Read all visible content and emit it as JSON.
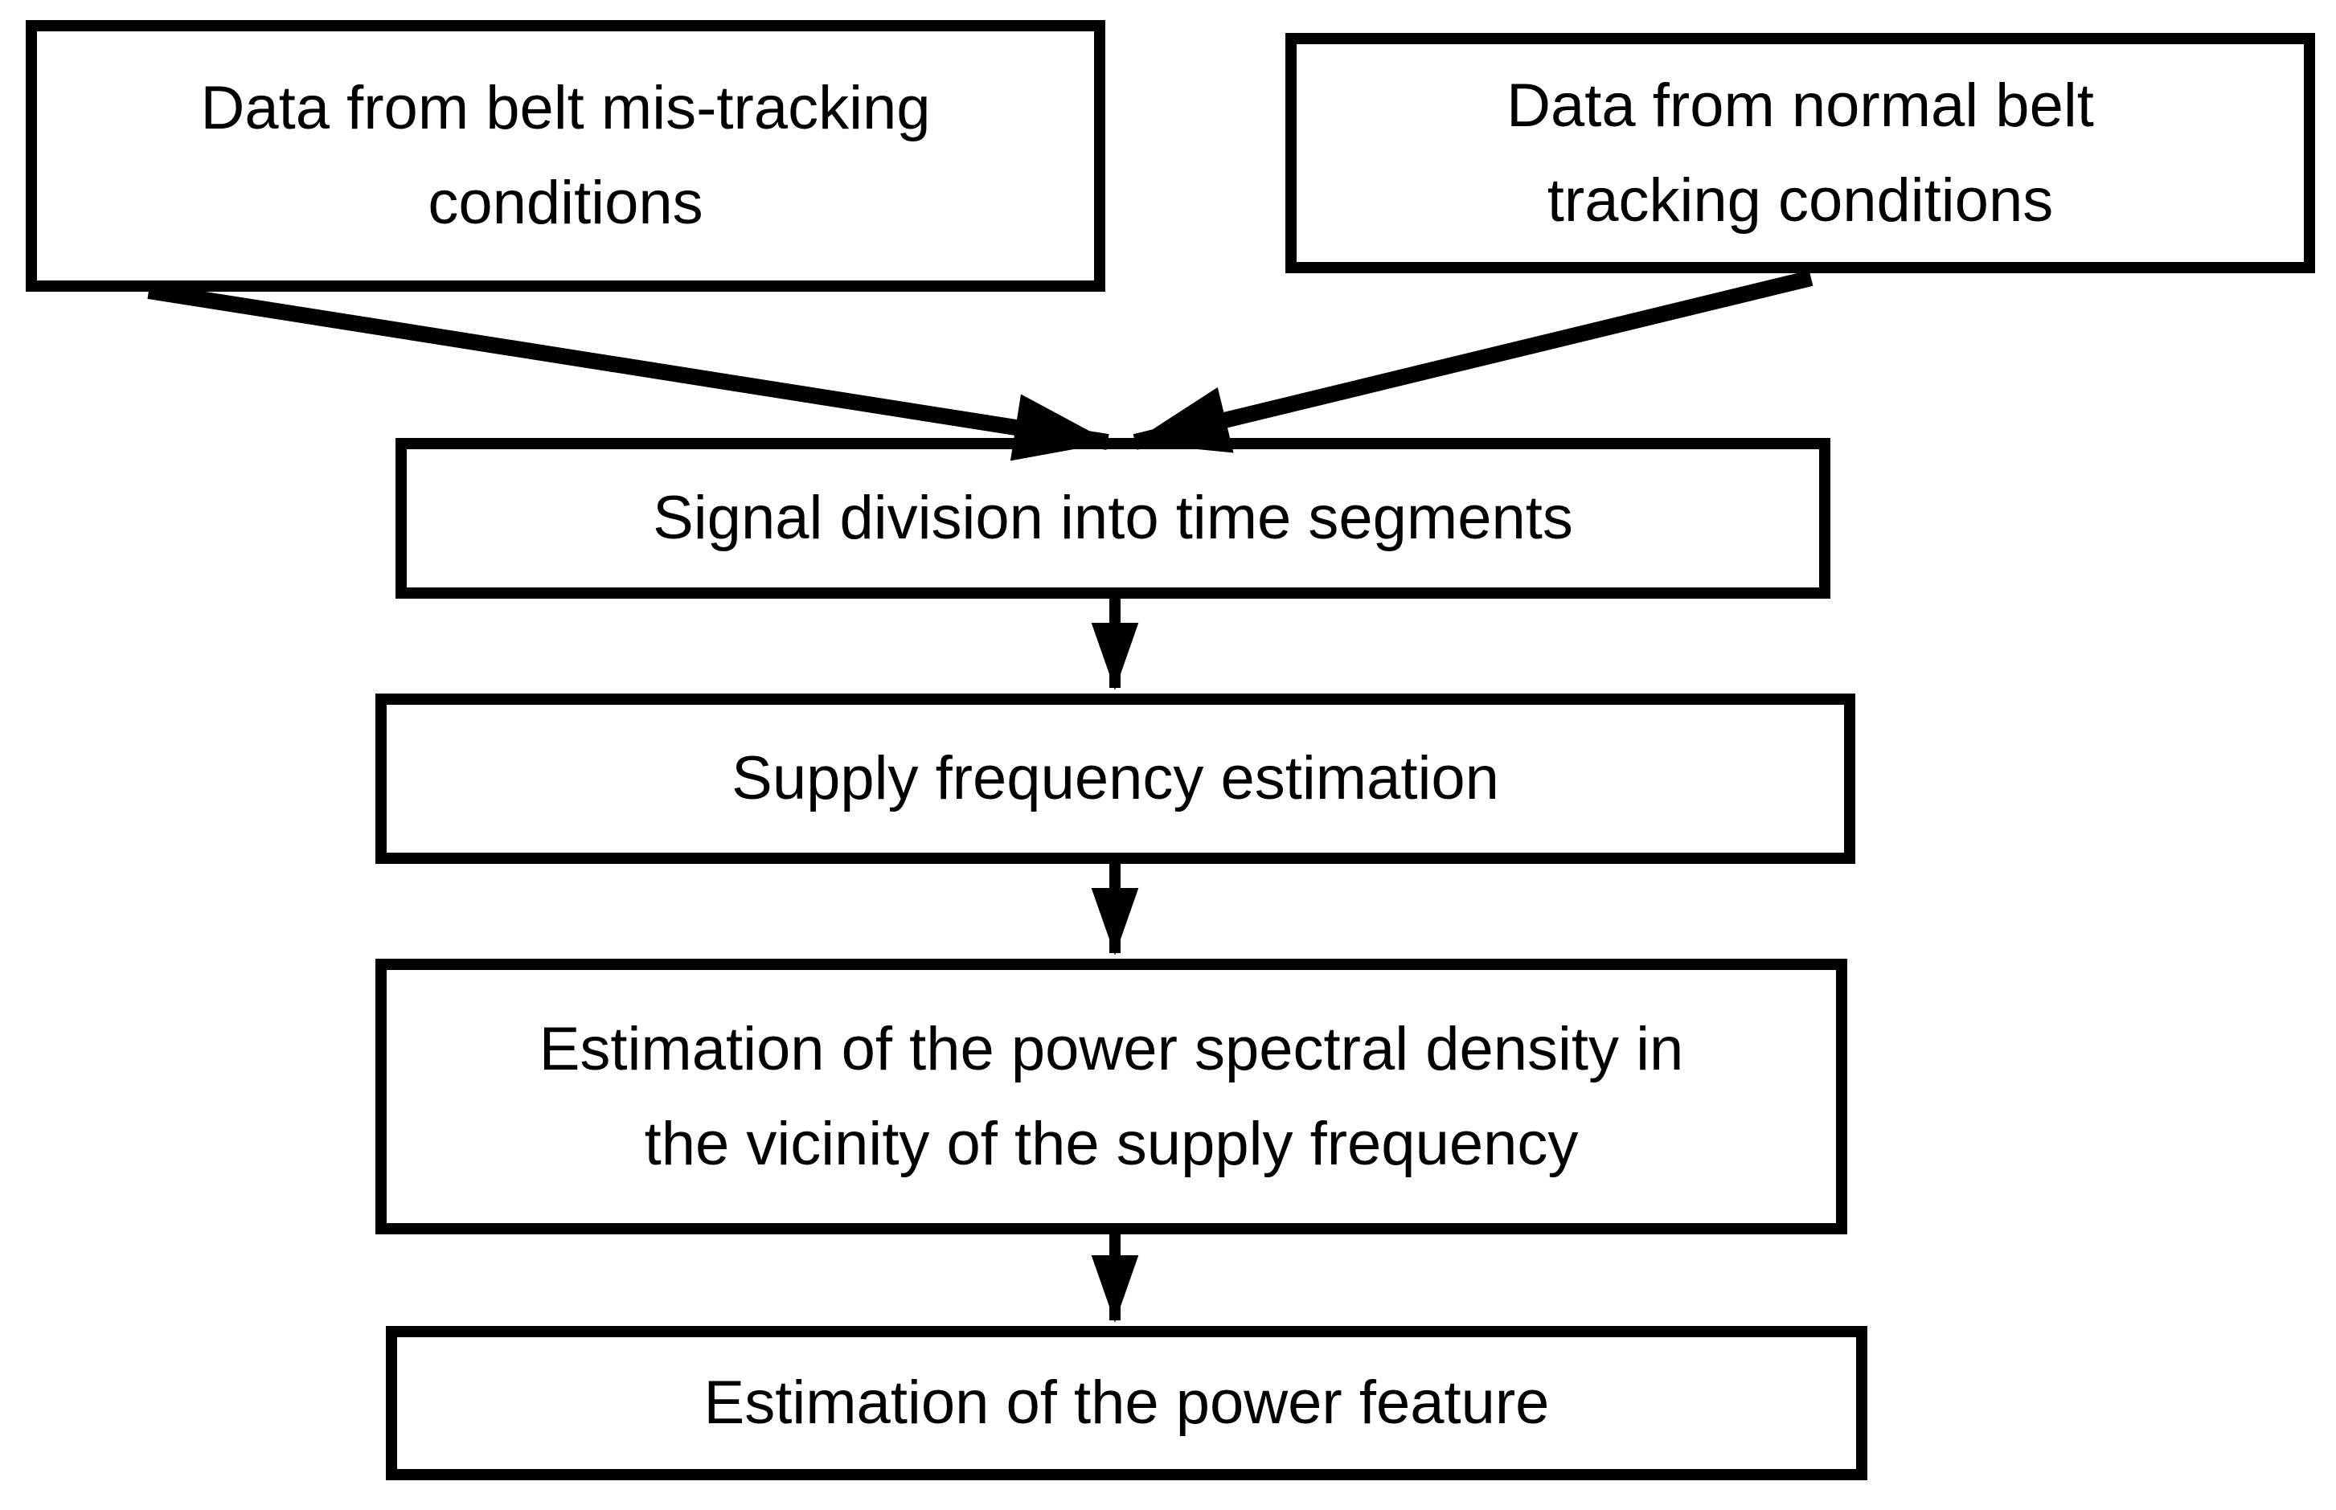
{
  "diagram": {
    "background_color": "#ffffff",
    "line_color": "#000000",
    "text_color": "#000000",
    "nodes": [
      {
        "id": "belt-mistracking-data",
        "lines": [
          "Data from belt mis-tracking",
          "conditions"
        ]
      },
      {
        "id": "normal-tracking-data",
        "lines": [
          "Data from normal belt",
          "tracking conditions"
        ]
      },
      {
        "id": "signal-division",
        "lines": [
          "Signal division into time segments"
        ]
      },
      {
        "id": "supply-frequency-estimation",
        "lines": [
          "Supply frequency estimation"
        ]
      },
      {
        "id": "psd-estimation",
        "lines": [
          "Estimation of the power spectral density in",
          "the vicinity of the supply frequency"
        ]
      },
      {
        "id": "power-feature-estimation",
        "lines": [
          "Estimation of the power feature"
        ]
      }
    ],
    "edges": [
      {
        "from": "belt-mistracking-data",
        "to": "signal-division"
      },
      {
        "from": "normal-tracking-data",
        "to": "signal-division"
      },
      {
        "from": "signal-division",
        "to": "supply-frequency-estimation"
      },
      {
        "from": "supply-frequency-estimation",
        "to": "psd-estimation"
      },
      {
        "from": "psd-estimation",
        "to": "power-feature-estimation"
      }
    ]
  }
}
